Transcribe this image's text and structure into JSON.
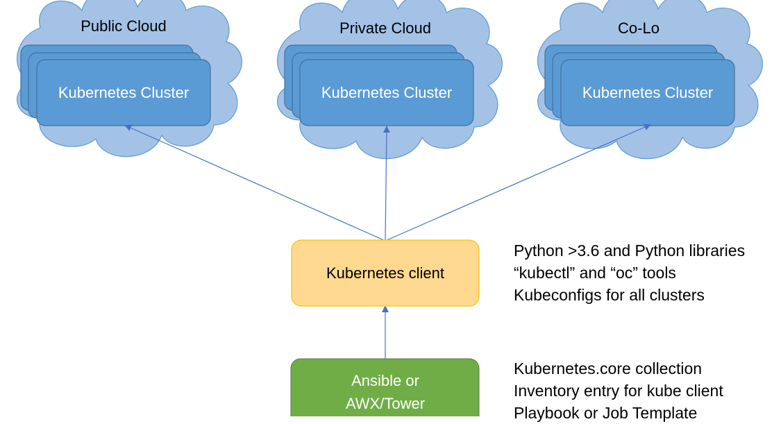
{
  "clouds": [
    {
      "title": "Public Cloud",
      "cluster_label": "Kubernetes Cluster"
    },
    {
      "title": "Private Cloud",
      "cluster_label": "Kubernetes Cluster"
    },
    {
      "title": "Co-Lo",
      "cluster_label": "Kubernetes Cluster"
    }
  ],
  "client_box": {
    "label": "Kubernetes client"
  },
  "ansible_box": {
    "line1": "Ansible or",
    "line2": "AWX/Tower"
  },
  "client_notes": [
    "Python >3.6 and Python libraries",
    "“kubectl” and “oc” tools",
    "Kubeconfigs for all clusters"
  ],
  "ansible_notes": [
    "Kubernetes.core collection",
    "Inventory entry for kube client",
    "Playbook or Job Template"
  ],
  "colors": {
    "cloud_fill": "#a4c2e6",
    "cloud_stroke": "#5b9bd5",
    "cluster_fill": "#5b9bd5",
    "cluster_stroke": "#41719c",
    "client_fill": "#ffd98f",
    "client_stroke": "#ffc000",
    "ansible_fill": "#70ad47",
    "arrow": "#4472c4"
  }
}
